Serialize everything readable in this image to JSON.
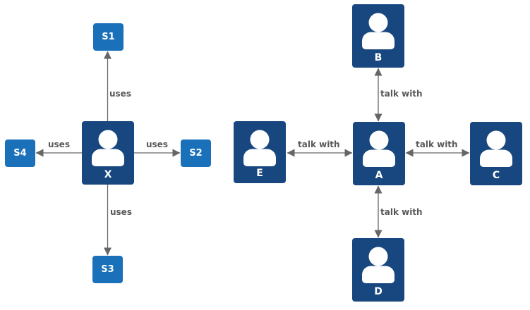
{
  "diagram": {
    "type": "actor-relationship-diagram",
    "background": "#ffffff",
    "colors": {
      "person_node_fill": "#17477E",
      "service_node_fill": "#1B70BA",
      "node_text": "#FFFFFF",
      "edge_line": "#666666",
      "edge_label_text": "#595959"
    },
    "nodes": [
      {
        "id": "X",
        "type": "person",
        "label": "X"
      },
      {
        "id": "S1",
        "type": "service",
        "label": "S1"
      },
      {
        "id": "S2",
        "type": "service",
        "label": "S2"
      },
      {
        "id": "S3",
        "type": "service",
        "label": "S3"
      },
      {
        "id": "S4",
        "type": "service",
        "label": "S4"
      },
      {
        "id": "A",
        "type": "person",
        "label": "A"
      },
      {
        "id": "B",
        "type": "person",
        "label": "B"
      },
      {
        "id": "C",
        "type": "person",
        "label": "C"
      },
      {
        "id": "D",
        "type": "person",
        "label": "D"
      },
      {
        "id": "E",
        "type": "person",
        "label": "E"
      }
    ],
    "edges": [
      {
        "from": "X",
        "to": "S1",
        "label": "uses",
        "arrows": "one-way"
      },
      {
        "from": "X",
        "to": "S2",
        "label": "uses",
        "arrows": "one-way"
      },
      {
        "from": "X",
        "to": "S3",
        "label": "uses",
        "arrows": "one-way"
      },
      {
        "from": "X",
        "to": "S4",
        "label": "uses",
        "arrows": "one-way"
      },
      {
        "from": "A",
        "to": "B",
        "label": "talk with",
        "arrows": "two-way"
      },
      {
        "from": "A",
        "to": "C",
        "label": "talk with",
        "arrows": "two-way"
      },
      {
        "from": "A",
        "to": "D",
        "label": "talk with",
        "arrows": "two-way"
      },
      {
        "from": "A",
        "to": "E",
        "label": "talk with",
        "arrows": "two-way"
      }
    ]
  }
}
